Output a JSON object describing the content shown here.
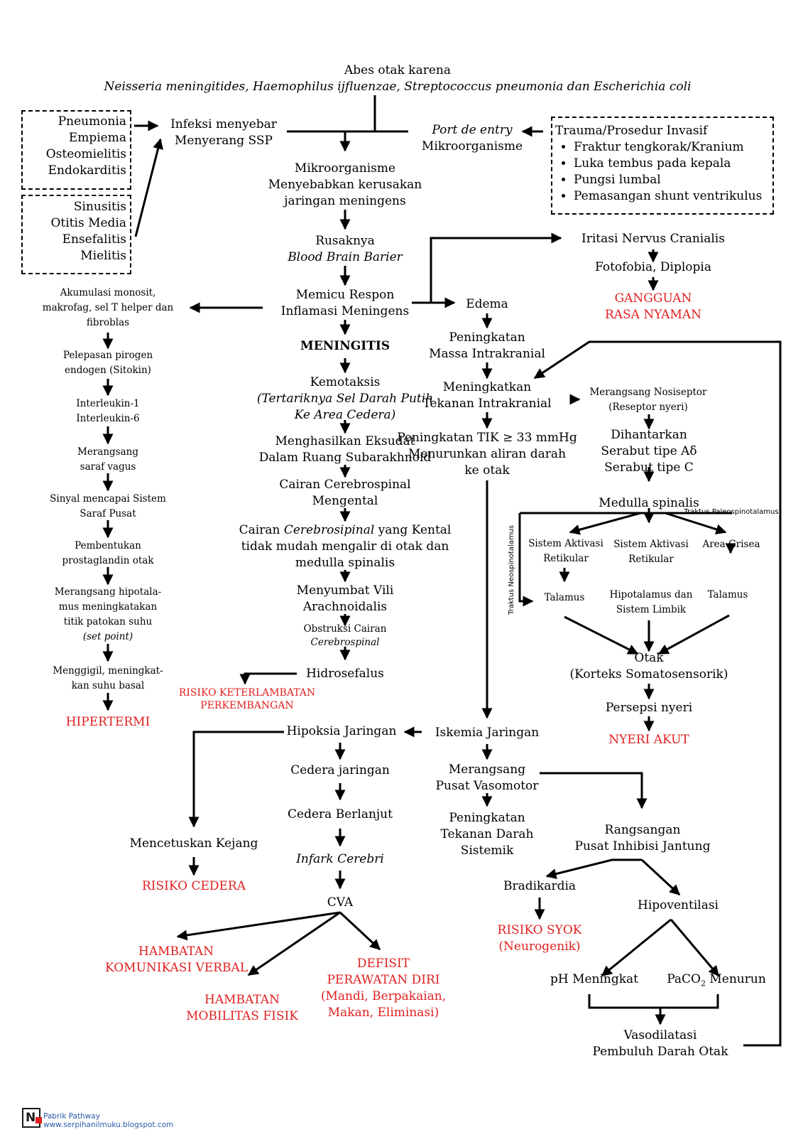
{
  "top": {
    "line1": "Abes otak karena",
    "line2": "Neisseria meningitides, Haemophilus ijfluenzae, Streptococcus pneumonia dan Escherichia coli"
  },
  "left_box1": [
    "Pneumonia",
    "Empiema",
    "Osteomielitis",
    "Endokarditis"
  ],
  "left_box2": [
    "Sinusitis",
    "Otitis Media",
    "Ensefalitis",
    "Mielitis"
  ],
  "infeksi": [
    "Infeksi menyebar",
    "Menyerang SSP"
  ],
  "port": {
    "line1": "Port de entry",
    "line2": "Mikroorganisme"
  },
  "trauma": {
    "title": "Trauma/Prosedur Invasif",
    "items": [
      "Fraktur tengkorak/Kranium",
      "Luka tembus pada kepala",
      "Pungsi lumbal",
      "Pemasangan shunt ventrikulus"
    ]
  },
  "center": {
    "mikro": [
      "Mikroorganisme",
      "Menyebabkan kerusakan",
      "jaringan meningens"
    ],
    "rusak": [
      "Rusaknya",
      "Blood Brain Barier"
    ],
    "memicu": [
      "Memicu Respon",
      "Inflamasi Meningens"
    ],
    "meningitis": "MENINGITIS",
    "kemotaksis": [
      "Kemotaksis",
      "(Tertariknya Sel Darah Putih",
      "Ke Area Cedera)"
    ],
    "eksudat": [
      "Menghasilkan Eksudat",
      "Dalam Ruang Subarakhnoid"
    ],
    "cairan": [
      "Cairan Cerebrospinal",
      "Mengental"
    ],
    "cairan2_a": "Cairan ",
    "cairan2_b": "Cerebrosipinal",
    "cairan2_c": " yang Kental",
    "cairan2_l2": "tidak mudah mengalir di otak dan",
    "cairan2_l3": "medulla spinalis",
    "vili": [
      "Menyumbat Vili",
      "Arachnoidalis"
    ],
    "obstruksi": [
      "Obstruksi Cairan",
      "Cerebrospinal"
    ],
    "hidro": "Hidrosefalus",
    "risiko_kp": [
      "RISIKO KETERLAMBATAN",
      "PERKEMBANGAN"
    ]
  },
  "leftcol": {
    "akumulasi": [
      "Akumulasi monosit,",
      "makrofag, sel T helper dan",
      "fibroblas"
    ],
    "pirogen": [
      "Pelepasan pirogen",
      "endogen (Sitokin)"
    ],
    "interleukin": [
      "Interleukin-1",
      "Interleukin-6"
    ],
    "vagus": [
      "Merangsang",
      "saraf vagus"
    ],
    "sinyal": [
      "Sinyal mencapai Sistem",
      "Saraf Pusat"
    ],
    "prosta": [
      "Pembentukan",
      "prostaglandin otak"
    ],
    "hipo": [
      "Merangsang hipotala-",
      "mus meningkatakan",
      "titik patokan suhu",
      "(set point)"
    ],
    "menggigil": [
      "Menggigil, meningkat-",
      "kan suhu basal"
    ],
    "hipertermi": "HIPERTERMI"
  },
  "right": {
    "iritasi": "Iritasi Nervus Cranialis",
    "foto": "Fotofobia, Diplopia",
    "gangguan": [
      "GANGGUAN",
      "RASA NYAMAN"
    ],
    "edema": "Edema",
    "peningkatan_massa": [
      "Peningkatan",
      "Massa Intrakranial"
    ],
    "meningkatkan_tik": [
      "Meningkatkan",
      "Tekanan Intrakranial"
    ],
    "tik33": [
      "Peningkatan TIK ≥ 33 mmHg",
      "Menurunkan aliran darah",
      "ke otak"
    ],
    "nosiseptor": [
      "Merangsang Nosiseptor",
      "(Reseptor nyeri)"
    ],
    "dihantarkan": [
      "Dihantarkan",
      "Serabut tipe Aδ",
      "Serabut tipe C"
    ],
    "medulla": "Medulla spinalis",
    "paleo": "Traktus Paleospinotalamus",
    "neo": "Traktus Neospinotalamus",
    "sar1": [
      "Sistem Aktivasi",
      "Retikular"
    ],
    "sar2": [
      "Sistem Aktivasi",
      "Retikular"
    ],
    "grisea": "Area Grisea",
    "talamus1": "Talamus",
    "limbik": [
      "Hipotalamus dan",
      "Sistem Limbik"
    ],
    "talamus2": "Talamus",
    "otak": [
      "Otak",
      "(Korteks Somatosensorik)"
    ],
    "persepsi": "Persepsi nyeri",
    "nyeri": "NYERI AKUT"
  },
  "bottom": {
    "iskemia": "Iskemia Jaringan",
    "hipoksia": "Hipoksia Jaringan",
    "cedera": "Cedera jaringan",
    "berlanjut": "Cedera Berlanjut",
    "infark": "Infark Cerebri",
    "cva": "CVA",
    "kejang": "Mencetuskan Kejang",
    "risiko_cedera": "RISIKO CEDERA",
    "hkv": [
      "HAMBATAN",
      "KOMUNIKASI VERBAL"
    ],
    "hmf": [
      "HAMBATAN",
      "MOBILITAS FISIK"
    ],
    "defisit": [
      "DEFISIT",
      "PERAWATAN DIRI",
      "(Mandi, Berpakaian,",
      "Makan, Eliminasi)"
    ],
    "vasomotor": [
      "Merangsang",
      "Pusat Vasomotor"
    ],
    "tds": [
      "Peningkatan",
      "Tekanan Darah",
      "Sistemik"
    ],
    "inhibisi": [
      "Rangsangan",
      "Pusat Inhibisi Jantung"
    ],
    "bradi": "Bradikardia",
    "syok": [
      "RISIKO SYOK",
      "(Neurogenik)"
    ],
    "hipov": "Hipoventilasi",
    "ph": "pH Meningkat",
    "paco2_a": "PaCO",
    "paco2_sub": "2",
    "paco2_b": " Menurun",
    "vasodil": [
      "Vasodilatasi",
      "Pembuluh Darah Otak"
    ]
  },
  "logo": {
    "line1": "Pabrik Pathway",
    "line2": "www.serpihanilmuku.blogspot.com",
    "mark": "N"
  }
}
